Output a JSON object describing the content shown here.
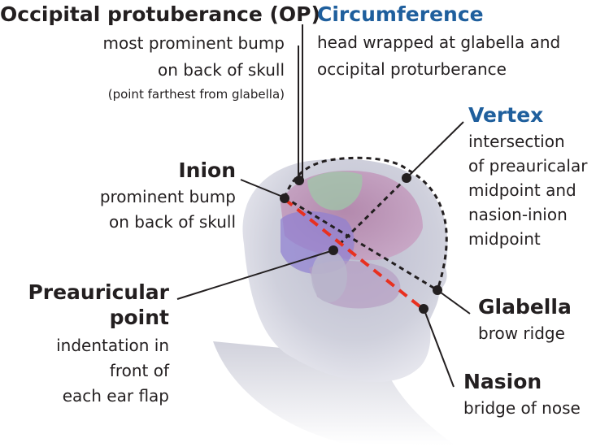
{
  "labels": {
    "occipital_protuberance": {
      "title": "Occipital protuberance (OP)",
      "lines": [
        "most prominent bump",
        "on back of skull"
      ],
      "note": "(point farthest from glabella)"
    },
    "circumference": {
      "title": "Circumference",
      "lines": [
        "head wrapped at glabella and",
        "occipital proturberance"
      ]
    },
    "vertex": {
      "title": "Vertex",
      "lines": [
        "intersection",
        "of preauricalar",
        "midpoint and",
        "nasion-inion",
        "midpoint"
      ]
    },
    "inion": {
      "title": "Inion",
      "lines": [
        "prominent bump",
        "on back of skull"
      ]
    },
    "preauricular_point": {
      "title_lines": [
        "Preauricular",
        "point"
      ],
      "lines": [
        "indentation in",
        "front of",
        "each ear flap"
      ]
    },
    "glabella": {
      "title": "Glabella",
      "lines": [
        "brow ridge"
      ]
    },
    "nasion": {
      "title": "Nasion",
      "lines": [
        "bridge of nose"
      ]
    }
  },
  "colors": {
    "heading_blue": "#1f5f9d",
    "heading_black": "#231f20",
    "red_dashed_line": "#e8301f",
    "black_dashed_line": "#231f20"
  }
}
